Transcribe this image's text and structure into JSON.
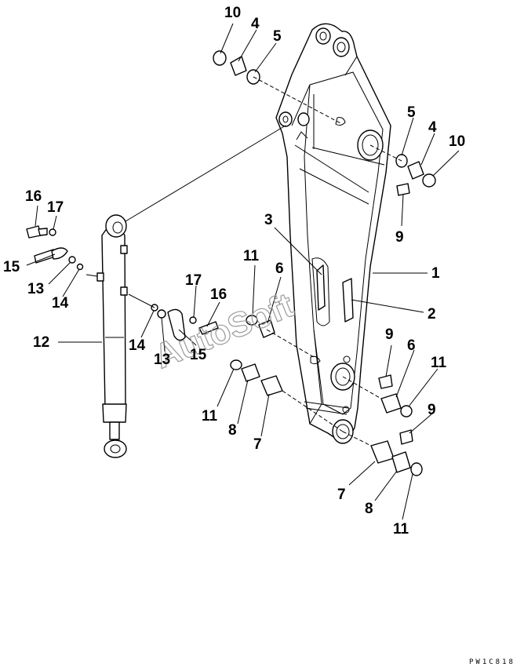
{
  "watermark": "AutoSoft",
  "drawing_code": "PW1C818",
  "callouts": {
    "c10_top": "10",
    "c4_top": "4",
    "c5_top": "5",
    "c5_right": "5",
    "c4_right": "4",
    "c10_right": "10",
    "c9_upper": "9",
    "c3": "3",
    "c1": "1",
    "c2": "2",
    "c16_left": "16",
    "c17_left": "17",
    "c15_left": "15",
    "c13_left": "13",
    "c14_left": "14",
    "c12": "12",
    "c11_mid": "11",
    "c6_mid": "6",
    "c17_mid": "17",
    "c16_mid": "16",
    "c14_mid": "14",
    "c13_mid": "13",
    "c15_mid": "15",
    "c11_low": "11",
    "c8_low": "8",
    "c7_low": "7",
    "c9_right": "9",
    "c6_right": "6",
    "c11_right": "11",
    "c9_right2": "9",
    "c7_bottom": "7",
    "c8_bottom": "8",
    "c11_bottom": "11"
  }
}
